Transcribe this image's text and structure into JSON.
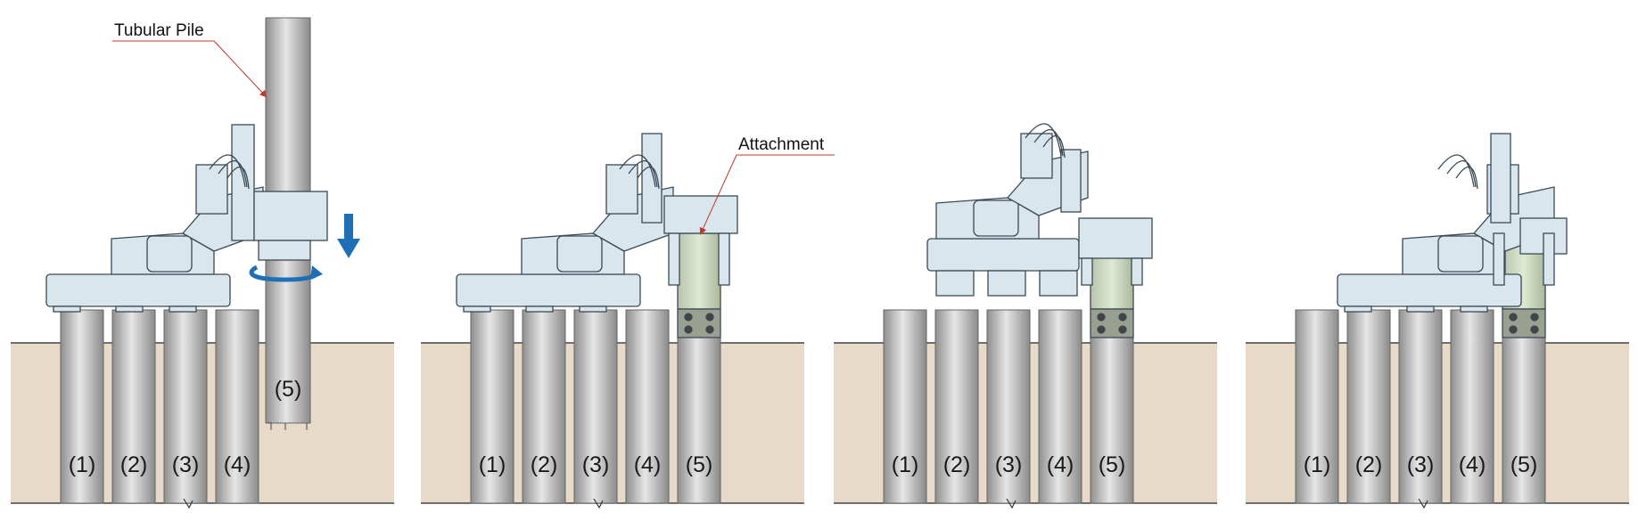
{
  "callouts": {
    "tubular_pile": "Tubular Pile",
    "attachment": "Attachment"
  },
  "panels": [
    {
      "pile_labels": [
        "(1)",
        "(2)",
        "(3)",
        "(4)"
      ],
      "new_pile_label": "(5)"
    },
    {
      "pile_labels": [
        "(1)",
        "(2)",
        "(3)",
        "(4)",
        "(5)"
      ]
    },
    {
      "pile_labels": [
        "(1)",
        "(2)",
        "(3)",
        "(4)",
        "(5)"
      ]
    },
    {
      "pile_labels": [
        "(1)",
        "(2)",
        "(3)",
        "(4)",
        "(5)"
      ]
    }
  ],
  "colors": {
    "ground": "#e8dac8",
    "pile_mid": "#dcdcdc",
    "pile_edge": "#8f8f8f",
    "machine": "#d9e6ee",
    "machine_stroke": "#3b4a55",
    "attachment": "#c9d5bd",
    "arrow": "#1f6fb6",
    "leader": "#c0392b"
  },
  "icons": [
    "down-arrow-icon",
    "rotation-arrow-icon"
  ]
}
